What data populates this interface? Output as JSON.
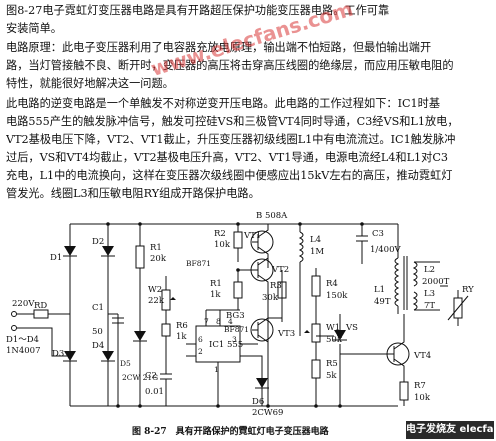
{
  "article": {
    "intro_lines": [
      "图8-27电子霓虹灯变压器电路是具有开路超压保护功能变压器电路。工作可靠",
      "安装简单。"
    ],
    "principle_lines": [
      "电路原理：此电子变压器利用了电容器充放电原理，输出端不怕短路，但最怕输出端开",
      "路，当灯管接触不良、断开时，变压器的高压将击穿高压线圈的绝缘层，而应用压敏电阻的",
      "特性，就能很好地解决这一问题。"
    ],
    "operation_lines": [
      "此电路的逆变电路是一个单触发不对称逆变开压电路。此电路的工作过程如下：IC1时基",
      "电路555产生的触发脉冲信号，触发可控硅VS和三极管VT4同时导通，C3经VS和L1放电，",
      "VT2基极电压下降，VT2、VT1截止，升压变压器初级线圈L1中有电流流过。IC1触发脉冲",
      "过后，VS和VT4均截止，VT2基极电压升高，VT2、VT1导通，电源电流经L4和L1对C3",
      "充电，L1中的电流换向，这样在变压器次级线圈中便感应出15kV左右的高压，推动霓虹灯",
      "管发光。线圈L3和压敏电阻RY组成开路保护电路。"
    ]
  },
  "watermark": "www.elecfans.com",
  "logo": "电子发烧友 elecfans",
  "schematic": {
    "labels": {
      "bus_voltage": "B 508A",
      "r2": "R2",
      "r2_val": "10k",
      "vt1": "VT1",
      "vt2": "VT2",
      "bf871_a": "BF871",
      "r3": "R3",
      "r3_val": "30k",
      "l4": "L4",
      "l4_val": "1M",
      "c3": "C3",
      "c3_val": "1/400V",
      "r4": "R4",
      "r4_val": "150k",
      "l1": "L1",
      "l1_val": "49T",
      "l2": "L2",
      "l2_val": "2000T",
      "l3": "L3",
      "l3_val": "7T",
      "ry": "RY",
      "r1": "R1",
      "r1_val": "20k",
      "rd": "RD",
      "v220": "220V",
      "d1": "D1",
      "d2": "D2",
      "d3": "D3",
      "d4": "D4",
      "d_range": "D1～D4",
      "d_type": "1N4007",
      "c1": "C1",
      "c1_val": "50",
      "w2": "W2",
      "w2_val": "22k",
      "r6": "R6",
      "r6_val": "1k",
      "bg3": "BG3",
      "bf871_b": "BF871",
      "vt3": "VT3",
      "ic1": "IC1 555",
      "pin7": "7",
      "pin8": "8",
      "pin4": "4",
      "pin6": "6",
      "pin2": "2",
      "pin1": "1",
      "pin3": "3",
      "d_zener": "D5",
      "dz_type": "2CW 21G",
      "c2": "C2",
      "c2_val": "0.01",
      "d6": "D6",
      "d6_type": "2CW69",
      "w1": "W1",
      "w1_val": "50k",
      "r5": "R5",
      "r5_val": "5k",
      "vs": "VS",
      "vt4": "VT4",
      "r7": "R7",
      "r7_val": "10k"
    },
    "caption": "图 8-27　具有开路保护的霓虹灯电子变压器电路"
  }
}
